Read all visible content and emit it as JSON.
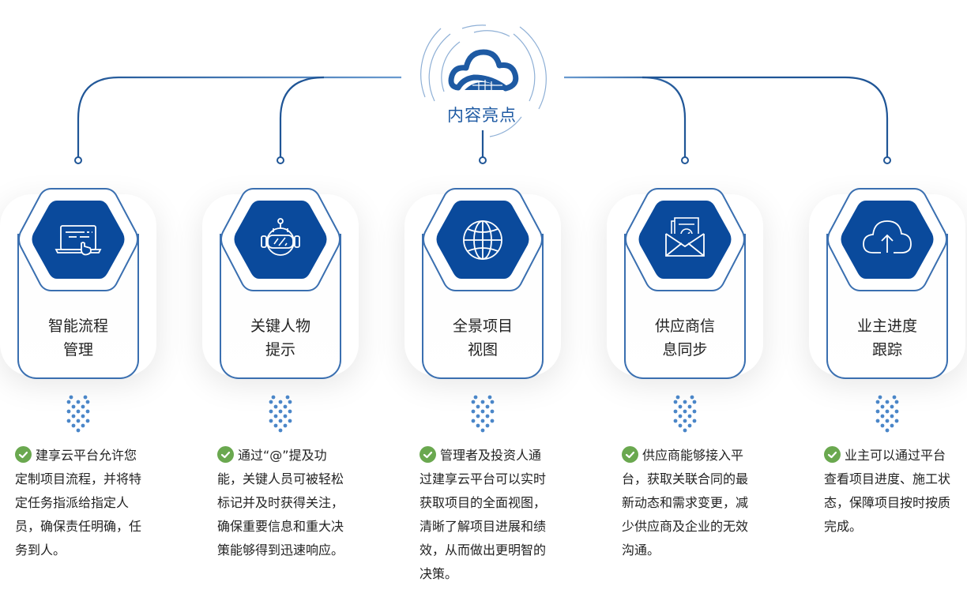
{
  "hub": {
    "title": "内容亮点",
    "icon": "cloud-building-logo-icon"
  },
  "colors": {
    "primary": "#0a4a9c",
    "line": "#1f5596",
    "border": "#3a6fb0",
    "dots": "#4a86c8",
    "check": "#6aa84f"
  },
  "features": [
    {
      "icon": "laptop-click-icon",
      "title_line1": "智能流程",
      "title_line2": "管理",
      "description": "建享云平台允许您定制项目流程，并将特定任务指派给指定人员，确保责任明确，任务到人。"
    },
    {
      "icon": "robot-helmet-icon",
      "title_line1": "关键人物",
      "title_line2": "提示",
      "description": "通过“@”提及功能，关键人员可被轻松标记并及时获得关注，确保重要信息和重大决策能够得到迅速响应。"
    },
    {
      "icon": "globe-icon",
      "title_line1": "全景项目",
      "title_line2": "视图",
      "description": "管理者及投资人通过建享云平台可以实时获取项目的全面视图，清晰了解项目进展和绩效，从而做出更明智的决策。"
    },
    {
      "icon": "mail-document-check-icon",
      "title_line1": "供应商信",
      "title_line2": "息同步",
      "description": "供应商能够接入平台，获取关联合同的最新动态和需求变更，减少供应商及企业的无效沟通。"
    },
    {
      "icon": "cloud-upload-icon",
      "title_line1": "业主进度",
      "title_line2": "跟踪",
      "description": "业主可以通过平台查看项目进度、施工状态，保障项目按时按质完成。"
    }
  ]
}
